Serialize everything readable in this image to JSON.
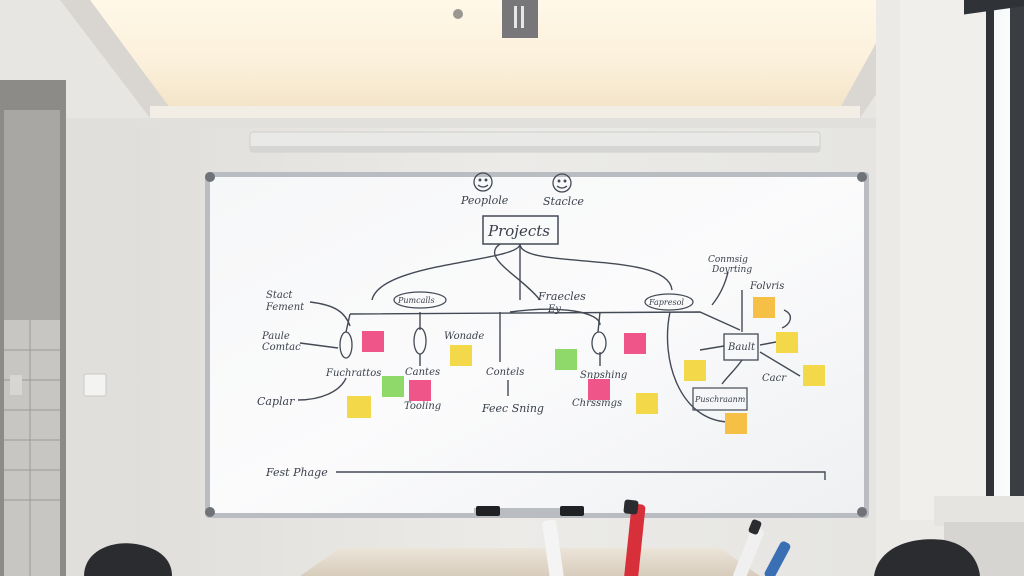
{
  "scene": {
    "description_free": true
  },
  "whiteboard": {
    "faces": [
      {
        "label": "Peoplole"
      },
      {
        "label": "Staclce"
      }
    ],
    "center_box": "Projects",
    "labels": {
      "stact_fement": [
        "Stact",
        "Fement"
      ],
      "paule_comtac": [
        "Paule",
        "Comtac"
      ],
      "pumcalls": "Pumcalls",
      "wonade": "Wonade",
      "cantes": "Cantes",
      "fuchrattos": "Fuchrattos",
      "caplar": "Caplar",
      "tooling": "Tooling",
      "contels": "Contels",
      "feec_sning": "Feec Sning",
      "fraecles": [
        "Fraecles",
        "Ey"
      ],
      "fapresol": "Fapresol",
      "snpshing": "Snpshing",
      "chrssmgs": "Chrssmgs",
      "conmsig": [
        "Conmsig",
        "Doyrting"
      ],
      "folvris": "Folvris",
      "bault": "Bault",
      "cacr": "Cacr",
      "puscraanm": "Puschraanm",
      "fest_phage": "Fest Phage"
    }
  },
  "colors": {
    "ink": "#3a3f4a",
    "sticky_yellow": "#f3d84a",
    "sticky_pink": "#f0558a",
    "sticky_green": "#8fd86a",
    "sticky_orange": "#f6c046"
  }
}
